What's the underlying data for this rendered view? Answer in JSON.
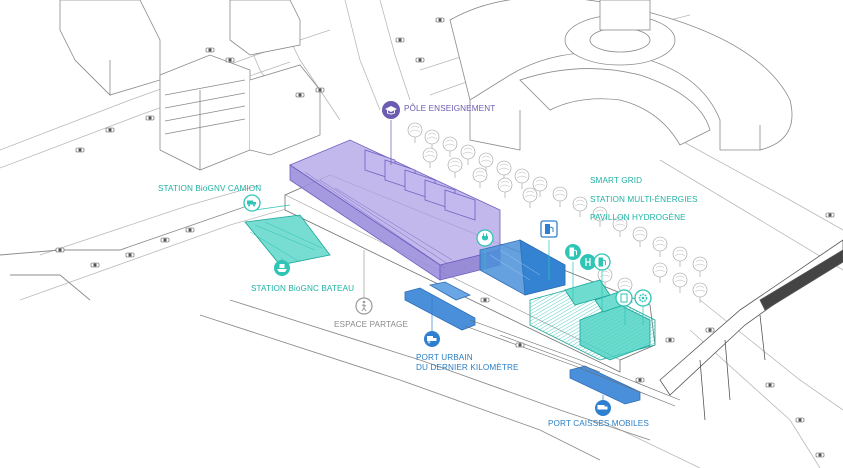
{
  "colors": {
    "teal": "#2ec4b6",
    "blue": "#2f7fd0",
    "purple": "#8f7fd6",
    "grey": "#9a9a9a"
  },
  "labels": {
    "pole_enseignement": "PÔLE ENSEIGNEMENT",
    "station_biognv_camion": "STATION BioGNV CAMION",
    "smart_grid": "SMART GRID",
    "station_multi_energies": "STATION MULTI-ÉNERGIES",
    "pavillon_hydrogene": "PAVILLON HYDROGÈNE",
    "station_biognc_bateau": "STATION BioGNC BATEAU",
    "espace_partage": "ESPACE PARTAGE",
    "port_urbain_line1": "PORT URBAIN",
    "port_urbain_line2": "DU DERNIER KILOMÈTRE",
    "port_caisses_mobiles": "PORT CAISSES MOBILES"
  },
  "icons": {
    "pole_enseignement": "graduation-cap-icon",
    "station_biognv_camion": "truck-icon",
    "station_biognc_bateau": "boat-icon",
    "espace_partage": "pedestrian-icon",
    "port_urbain": "delivery-truck-icon",
    "port_caisses_mobiles": "container-truck-icon",
    "electric_charging": "plug-icon",
    "multi_energies": "fuel-pump-icon",
    "hydrogene": "hydrogen-icon",
    "smart_grid": "gear-icon"
  }
}
